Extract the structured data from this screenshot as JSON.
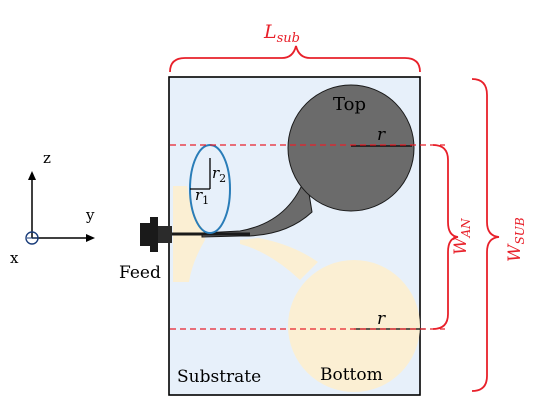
{
  "labels": {
    "l_sub": "L",
    "l_sub_subscript": "sub",
    "w_sub": "W",
    "w_sub_subscript": "SUB",
    "w_an": "W",
    "w_an_subscript": "AN",
    "top": "Top",
    "bottom": "Bottom",
    "substrate": "Substrate",
    "feed": "Feed",
    "r_top": "r",
    "r_bottom": "r",
    "r1": "r",
    "r1_subscript": "1",
    "r2": "r",
    "r2_subscript": "2",
    "axis_z": "z",
    "axis_y": "y",
    "axis_x": "x"
  },
  "colors": {
    "dimension": "#e8202a",
    "substrate_fill": "#e7f0fa",
    "top_patch": "#6b6b6b",
    "bottom_patch": "#fbefd3",
    "ellipse": "#2a7db8",
    "outline": "#000000"
  }
}
